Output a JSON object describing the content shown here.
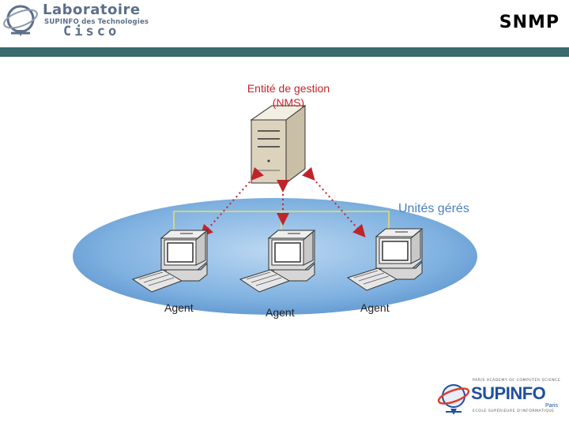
{
  "header": {
    "logo_line1": "Laboratoire",
    "logo_line2": "SUPINFO des Technologies",
    "logo_line3": "Cisco",
    "title": "SNMP"
  },
  "diagram": {
    "nms_label_line1": "Entité de gestion",
    "nms_label_line2": "(NMS)",
    "managed_label": "Unités gérés",
    "agents": [
      "Agent",
      "Agent",
      "Agent"
    ]
  },
  "footer_logo": {
    "tagline_top": "PARIS ACADEMY OF COMPUTER SCIENCE",
    "name": "SUPINFO",
    "city": "Paris",
    "tagline_bottom": "ECOLE SUPÉRIEURE D'INFORMATIQUE"
  },
  "colors": {
    "header_bar": "#3a6b6e",
    "ellipse": "#6fa8dc",
    "arrow": "#c0242b",
    "link_line": "#e8e060",
    "nms_label": "#c0242b",
    "managed_label": "#4a7fc1"
  }
}
